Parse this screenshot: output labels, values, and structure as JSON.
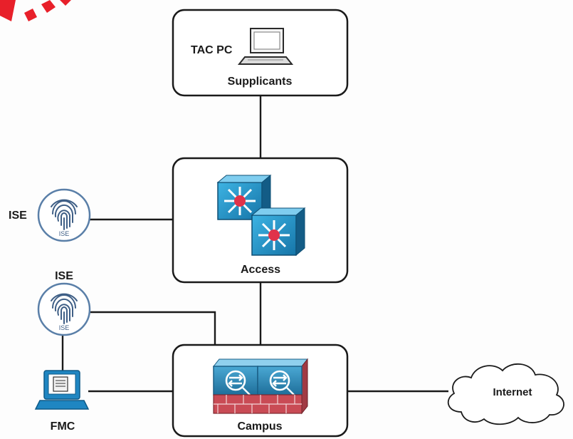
{
  "nodes": {
    "supplicants": {
      "device_label": "TAC PC",
      "label": "Supplicants"
    },
    "access": {
      "label": "Access"
    },
    "campus": {
      "label": "Campus"
    },
    "ise_top": {
      "label": "ISE",
      "badge": "ISE"
    },
    "ise_bottom": {
      "label": "ISE",
      "badge": "ISE"
    },
    "fmc": {
      "label": "FMC"
    },
    "internet": {
      "label": "Internet"
    }
  },
  "colors": {
    "switch_blue": "#1e8fc4",
    "switch_center": "#e0334a",
    "firewall_blue": "#2f8fbf",
    "firewall_brick": "#c94b55",
    "ise_ring": "#5a7fa8",
    "watermark": "#e8202a"
  },
  "icons": {
    "supplicants": "laptop-icon",
    "access": "layer3-switch-icon",
    "campus": "firewall-icon",
    "ise": "fingerprint-icon",
    "fmc": "workstation-icon",
    "internet": "cloud-icon"
  }
}
